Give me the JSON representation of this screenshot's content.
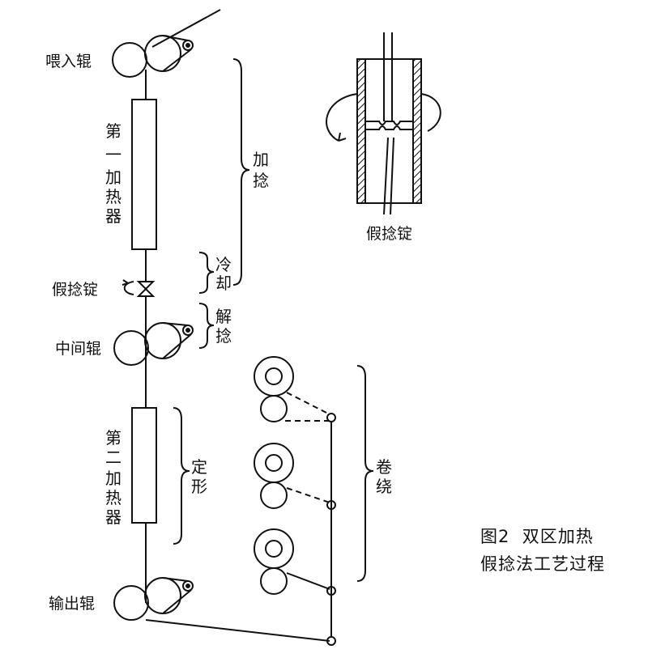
{
  "diagram": {
    "labels": {
      "feed_roller": "喂入辊",
      "middle_roller": "中间辊",
      "output_roller": "输出辊",
      "false_twist_spindle": "假捻锭",
      "spindle_detail": "假捻锭"
    },
    "heaters": {
      "first": [
        "第",
        "一",
        "加",
        "热",
        "器"
      ],
      "second": [
        "第",
        "二",
        "加",
        "热",
        "器"
      ]
    },
    "zones": {
      "twisting": [
        "加",
        "捻"
      ],
      "cooling": [
        "冷",
        "却"
      ],
      "untwisting": [
        "解",
        "捻"
      ],
      "setting": [
        "定",
        "形"
      ],
      "winding": [
        "卷",
        "绕"
      ]
    },
    "caption": {
      "line1": "图2  双区加热",
      "line2": "假捻法工艺过程"
    }
  }
}
